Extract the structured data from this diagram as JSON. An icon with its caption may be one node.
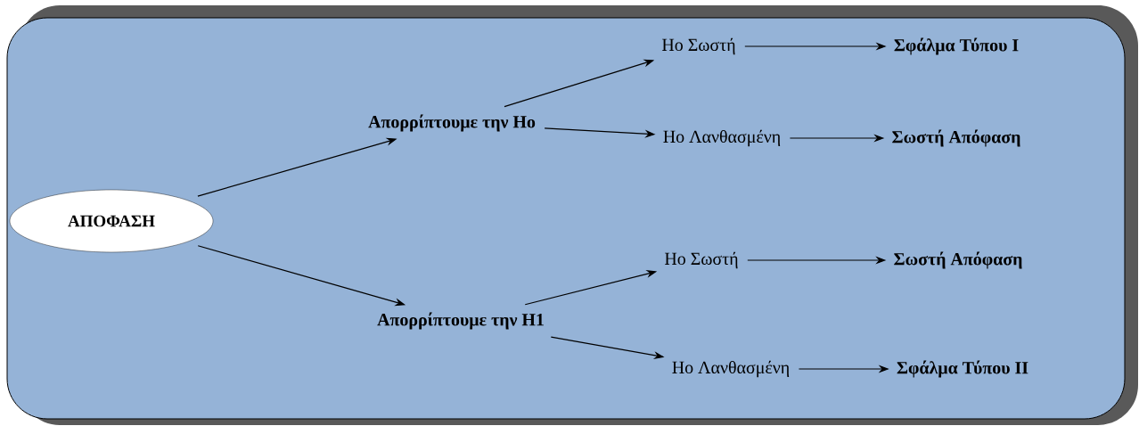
{
  "diagram": {
    "nodes": [
      {
        "text": [
          "ΑΠΟΦΑΣΗ"
        ]
      },
      {
        "text": [
          "Απορρίπτουμε την Ηο"
        ]
      },
      {
        "text": [
          "Ηο Σωστή"
        ]
      },
      {
        "text": [
          "Σφάλμα Τύπου Ι"
        ]
      },
      {
        "text": [
          "Ηο Λανθασμένη"
        ]
      },
      {
        "text": [
          "Σωστή Απόφαση"
        ]
      },
      {
        "text": [
          "Απορρίπτουμε την Η1"
        ]
      },
      {
        "text": [
          "Ηο Σωστή"
        ]
      },
      {
        "text": [
          "Σωστή Απόφαση"
        ]
      },
      {
        "text": [
          "Ηο Λανθασμένη"
        ]
      },
      {
        "text": [
          "Σφάλμα Τύπου ΙΙ"
        ]
      }
    ],
    "edges": [
      {
        "from": 0,
        "to": 1,
        "arrow": "to"
      },
      {
        "from": 0,
        "to": 6,
        "arrow": "to"
      },
      {
        "from": 1,
        "to": 2,
        "arrow": "to"
      },
      {
        "from": 1,
        "to": 4,
        "arrow": "to"
      },
      {
        "from": 2,
        "to": 3,
        "arrow": "to"
      },
      {
        "from": 4,
        "to": 5,
        "arrow": "to"
      },
      {
        "from": 6,
        "to": 7,
        "arrow": "to"
      },
      {
        "from": 6,
        "to": 9,
        "arrow": "to"
      },
      {
        "from": 7,
        "to": 8,
        "arrow": "to"
      },
      {
        "from": 9,
        "to": 10,
        "arrow": "to"
      }
    ]
  }
}
